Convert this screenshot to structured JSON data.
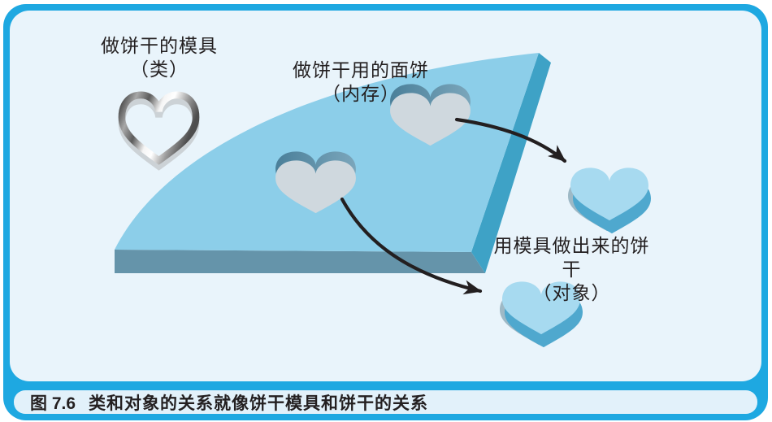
{
  "figure": {
    "caption_number": "图 7.6",
    "caption_text": "类和对象的关系就像饼干模具和饼干的关系"
  },
  "annotations": {
    "mold": {
      "line1": "做饼干的模具",
      "line2": "（类）"
    },
    "dough": {
      "line1": "做饼干用的面饼",
      "line2": "（内存）"
    },
    "cookie": {
      "line1": "用模具做出来的饼干",
      "line2": "（对象）"
    }
  },
  "palette": {
    "frame_blue": "#1ea8e1",
    "panel_bg": "#e9f4fb",
    "caption_bg": "#e2f1fa",
    "slab_top": "#8ccee9",
    "slab_front": "#6594aa",
    "slab_side": "#3ea2c6",
    "hole_wall_dark": "#4a7f99",
    "hole_wall_light": "#7ba6bb",
    "hole_bottom_gray": "#cfd8de",
    "cookie_top": "#a7daf0",
    "cookie_side": "#4fa8ce",
    "arrow_black": "#231f20",
    "text": "#231f20"
  }
}
